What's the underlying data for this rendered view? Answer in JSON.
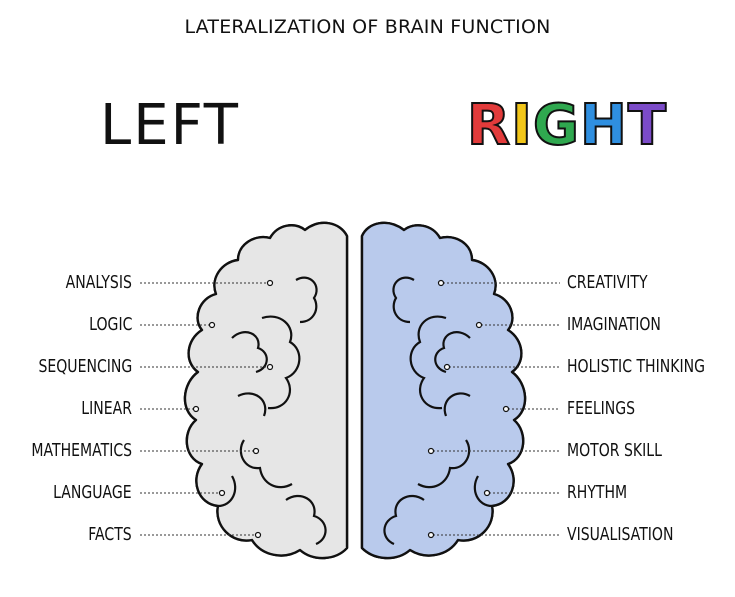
{
  "title": "LATERALIZATION OF BRAIN FUNCTION",
  "left": {
    "heading": "LEFT",
    "labels": [
      "ANALYSIS",
      "LOGIC",
      "SEQUENCING",
      "LINEAR",
      "MATHEMATICS",
      "LANGUAGE",
      "FACTS"
    ]
  },
  "right": {
    "heading_letters": [
      "R",
      "I",
      "G",
      "H",
      "T"
    ],
    "heading_colors": [
      "#e23b3b",
      "#f2c619",
      "#2fa84f",
      "#2f8fe0",
      "#7b4bc8"
    ],
    "labels": [
      "CREATIVITY",
      "IMAGINATION",
      "HOLISTIC THINKING",
      "FEELINGS",
      "MOTOR SKILL",
      "RHYTHM",
      "VISUALISATION"
    ]
  },
  "colors": {
    "left_fill": "#e6e6e6",
    "right_fill": "#b9caec",
    "outline": "#111111"
  }
}
